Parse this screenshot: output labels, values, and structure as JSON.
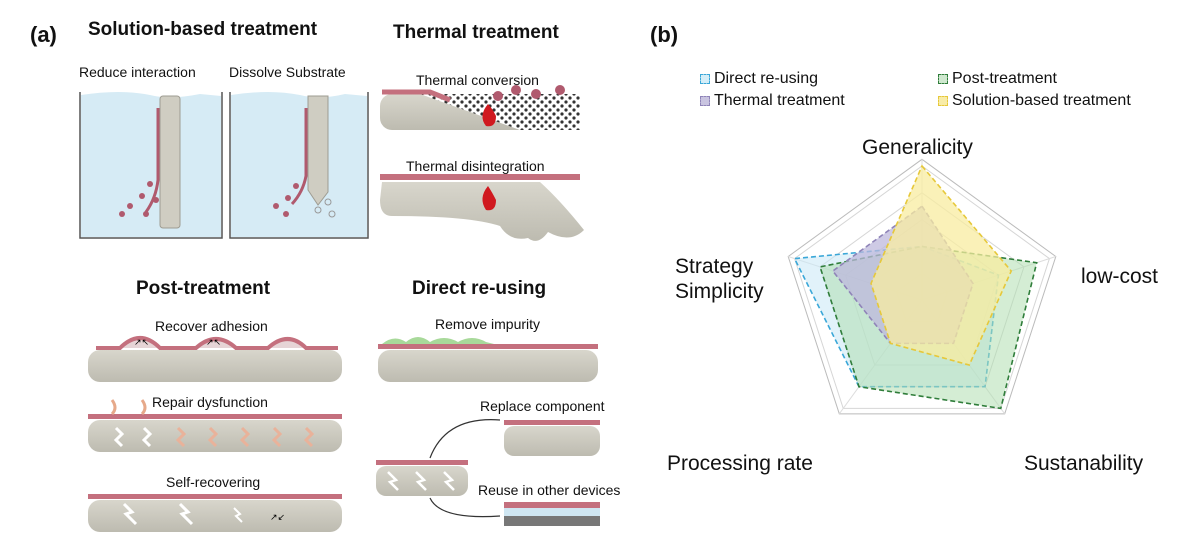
{
  "panel_a": {
    "letter": "(a)",
    "solution": {
      "title": "Solution-based treatment",
      "left_label": "Reduce interaction",
      "right_label": "Dissolve Substrate"
    },
    "thermal": {
      "title": "Thermal treatment",
      "conversion": "Thermal conversion",
      "disintegration": "Thermal disintegration"
    },
    "post": {
      "title": "Post-treatment",
      "recover": "Recover adhesion",
      "repair": "Repair dysfunction",
      "self": "Self-recovering"
    },
    "direct": {
      "title": "Direct re-using",
      "impurity": "Remove impurity",
      "replace": "Replace component",
      "reuse": "Reuse in other devices"
    }
  },
  "panel_b": {
    "letter": "(b)",
    "colors": {
      "direct": "#3aa7d8",
      "post": "#2f7d3a",
      "thermal": "#8f84b8",
      "solution": "#e6c83a"
    }
  },
  "chart_data": {
    "type": "radar",
    "axes": [
      "Generalicity",
      "low-cost",
      "Sustanability",
      "Processing rate",
      "Strategy Simplicity"
    ],
    "axis_label_lines": {
      "Strategy Simplicity": [
        "Strategy",
        "Simplicity"
      ]
    },
    "rmax": 5,
    "grid_levels": 5,
    "grid": true,
    "legend": "top",
    "series": [
      {
        "name": "Direct re-using",
        "values": [
          2,
          3,
          4,
          4,
          5
        ]
      },
      {
        "name": "Post-treatment",
        "values": [
          2,
          4.5,
          5,
          4,
          4
        ]
      },
      {
        "name": "Thermal treatment",
        "values": [
          3.5,
          2,
          2,
          2,
          3.5
        ]
      },
      {
        "name": "Solution-based treatment",
        "values": [
          5,
          3.5,
          3,
          2,
          2
        ]
      }
    ]
  }
}
